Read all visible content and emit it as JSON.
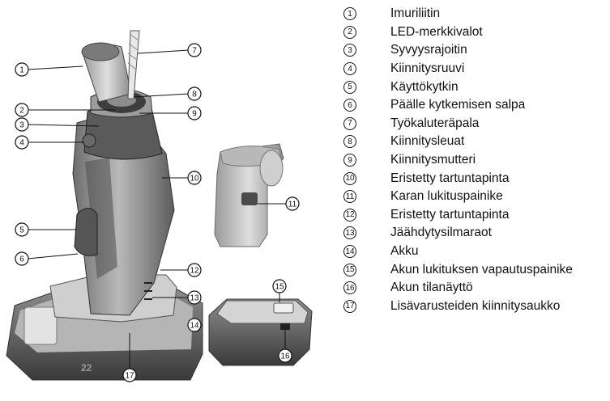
{
  "legend": [
    {
      "num": "1",
      "label": "Imuriliitin"
    },
    {
      "num": "2",
      "label": "LED-merkkivalot"
    },
    {
      "num": "3",
      "label": "Syvyysrajoitin"
    },
    {
      "num": "4",
      "label": "Kiinnitysruuvi"
    },
    {
      "num": "5",
      "label": "Käyttökytkin"
    },
    {
      "num": "6",
      "label": "Päälle kytkemisen salpa"
    },
    {
      "num": "7",
      "label": "Työkaluteräpala"
    },
    {
      "num": "8",
      "label": "Kiinnitysleuat"
    },
    {
      "num": "9",
      "label": "Kiinnitysmutteri"
    },
    {
      "num": "10",
      "label": "Eristetty tartuntapinta"
    },
    {
      "num": "11",
      "label": "Karan lukituspainike"
    },
    {
      "num": "12",
      "label": "Eristetty tartuntapinta"
    },
    {
      "num": "13",
      "label": "Jäähdytysilmaraot"
    },
    {
      "num": "14",
      "label": "Akku"
    },
    {
      "num": "15",
      "label": "Akun lukituksen vapautuspainike"
    },
    {
      "num": "16",
      "label": "Akun tilanäyttö"
    },
    {
      "num": "17",
      "label": "Lisävarusteiden kiinnitysaukko"
    }
  ],
  "battery_label": "22"
}
